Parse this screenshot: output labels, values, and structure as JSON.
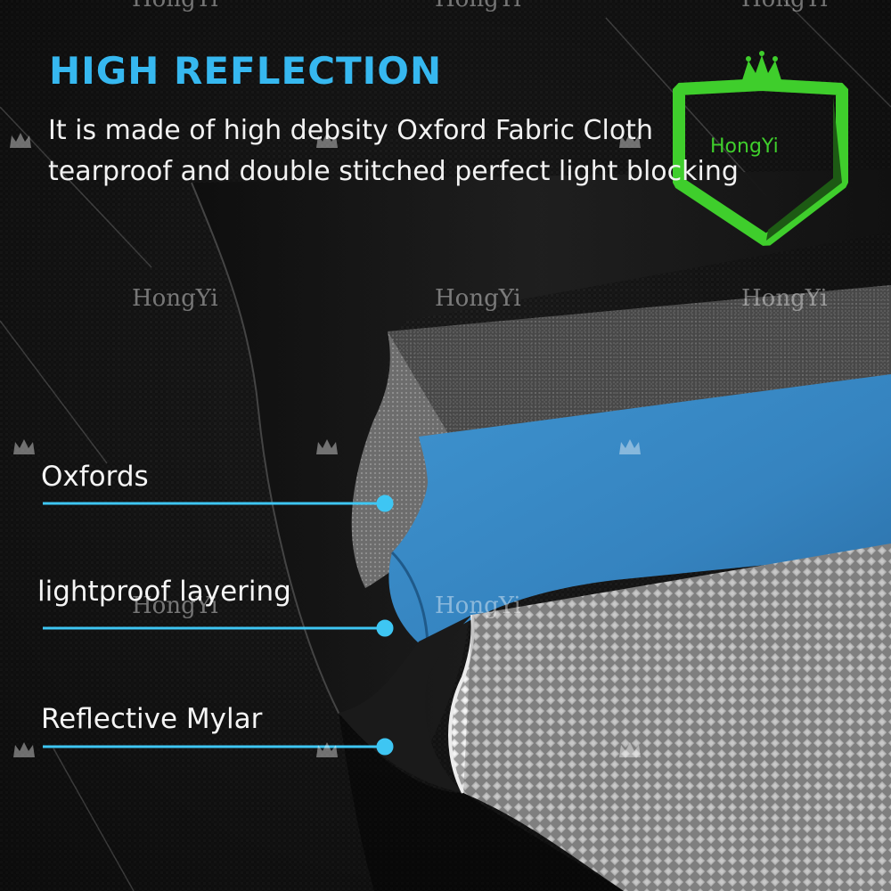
{
  "headline": "HIGH REFLECTION",
  "description": {
    "line1": "It is made of high debsity Oxford Fabric Cloth",
    "line2": "tearproof and double stitched perfect light blocking"
  },
  "brand": {
    "name": "HongYi",
    "watermark_text": "HongYi"
  },
  "callouts": [
    {
      "label": "Oxfords"
    },
    {
      "label": "lightproof layering"
    },
    {
      "label": "Reflective Mylar"
    }
  ],
  "colors": {
    "accent_blue": "#36b8f0",
    "callout_cyan": "#3ec6f3",
    "logo_green": "#3fce2c",
    "background": "#141414",
    "blue_layer": "#3a8ac6",
    "silver_layer": "#b8b8b8"
  },
  "icons": {
    "crown": "crown-icon"
  }
}
